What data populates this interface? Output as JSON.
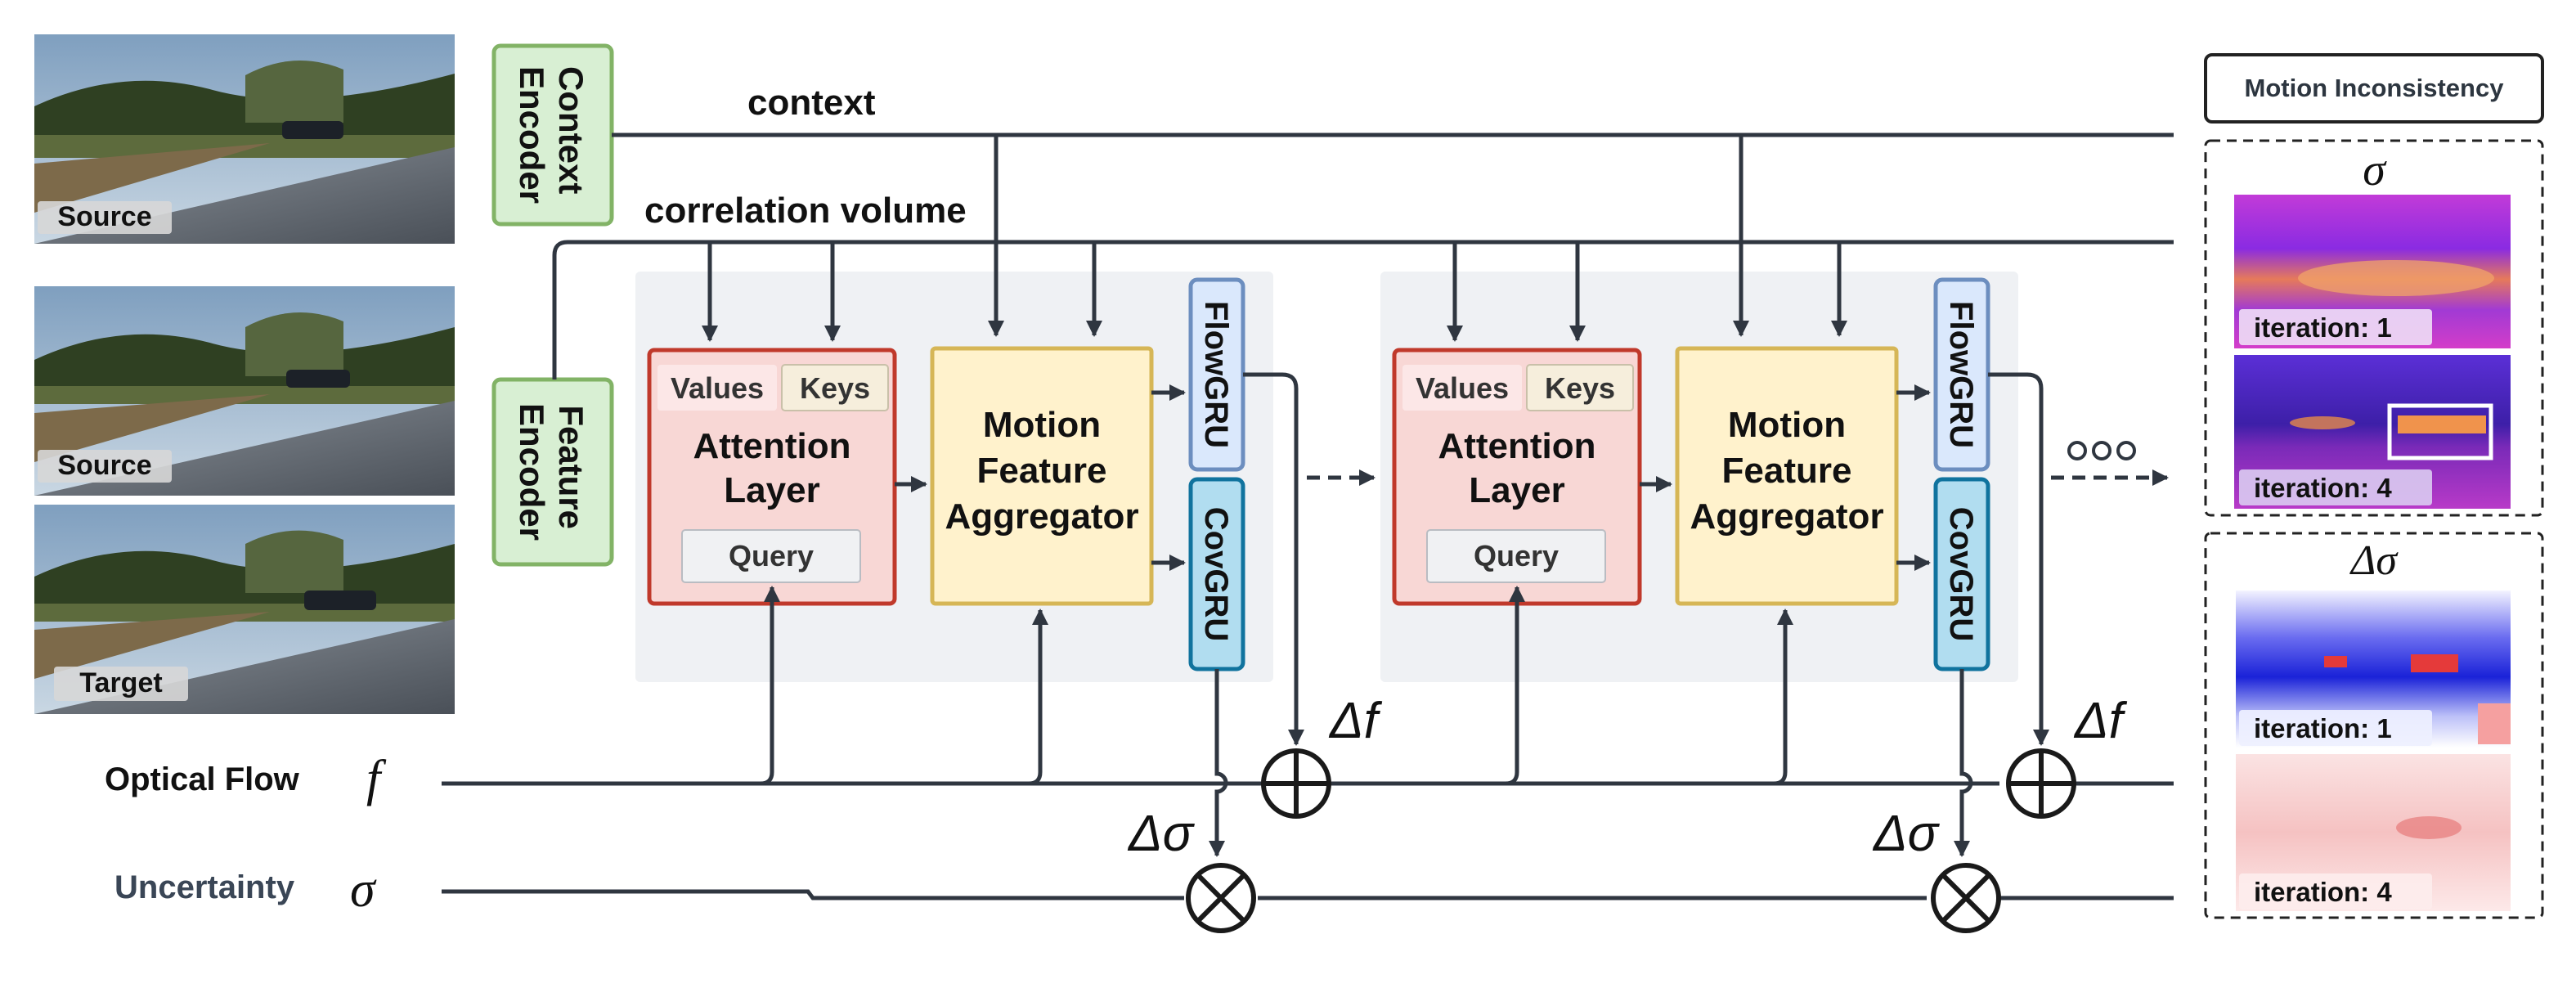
{
  "images": {
    "source_1": "Source",
    "source_2": "Source",
    "target": "Target"
  },
  "encoders": {
    "context": "Context Encoder",
    "feature": "Feature Encoder"
  },
  "lines": {
    "context": "context",
    "correlation_volume": "correlation volume",
    "optical_flow": "Optical Flow",
    "optical_flow_symbol": "f",
    "uncertainty": "Uncertainty",
    "uncertainty_symbol": "σ"
  },
  "blocks": [
    {
      "values": "Values",
      "keys": "Keys",
      "attention_line1": "Attention",
      "attention_line2": "Layer",
      "query": "Query",
      "aggregator_line1": "Motion",
      "aggregator_line2": "Feature",
      "aggregator_line3": "Aggregator",
      "flow_gru": "FlowGRU",
      "cov_gru": "CovGRU",
      "delta_f": "Δf",
      "delta_sigma": "Δσ"
    },
    {
      "values": "Values",
      "keys": "Keys",
      "attention_line1": "Attention",
      "attention_line2": "Layer",
      "query": "Query",
      "aggregator_line1": "Motion",
      "aggregator_line2": "Feature",
      "aggregator_line3": "Aggregator",
      "flow_gru": "FlowGRU",
      "cov_gru": "CovGRU",
      "delta_f": "Δf",
      "delta_sigma": "Δσ"
    }
  ],
  "panel": {
    "title": "Motion Inconsistency",
    "sigma_header": "σ",
    "delta_sigma_header": "Δσ",
    "sigma_maps": [
      "iteration: 1",
      "iteration: 4"
    ],
    "delta_sigma_maps": [
      "iteration: 1",
      "iteration: 4"
    ]
  },
  "colors": {
    "encoder_fill": "#d8efd3",
    "encoder_stroke": "#82b366",
    "attention_fill": "#f8d7d5",
    "attention_stroke": "#c0392b",
    "aggregator_fill": "#fff2cc",
    "aggregator_stroke": "#d6b656",
    "flowgru_fill": "#dae8fc",
    "flowgru_stroke": "#6c8ebf",
    "covgru_fill": "#b1ddf0",
    "covgru_stroke": "#10739e",
    "block_bg": "#eff1f4",
    "wire": "#2f3640"
  }
}
